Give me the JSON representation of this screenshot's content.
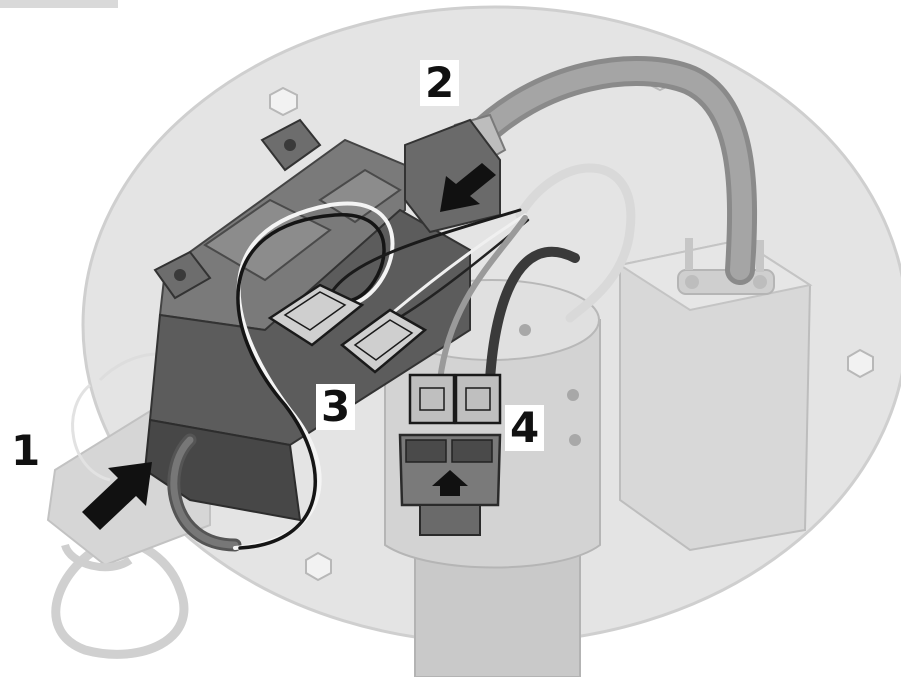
{
  "callouts": {
    "step_1": "1",
    "step_2": "2",
    "step_3": "3",
    "step_4": "4"
  },
  "palette": {
    "plate": "#e4e4e4",
    "plate_edge": "#cccccc",
    "housing": "#6f6f6f",
    "housing_dark": "#4e4e4e",
    "cable_gray": "#9a9a9a",
    "wire_black": "#1a1a1a",
    "arrow": "#111111",
    "faded": "#d2d2d2"
  }
}
